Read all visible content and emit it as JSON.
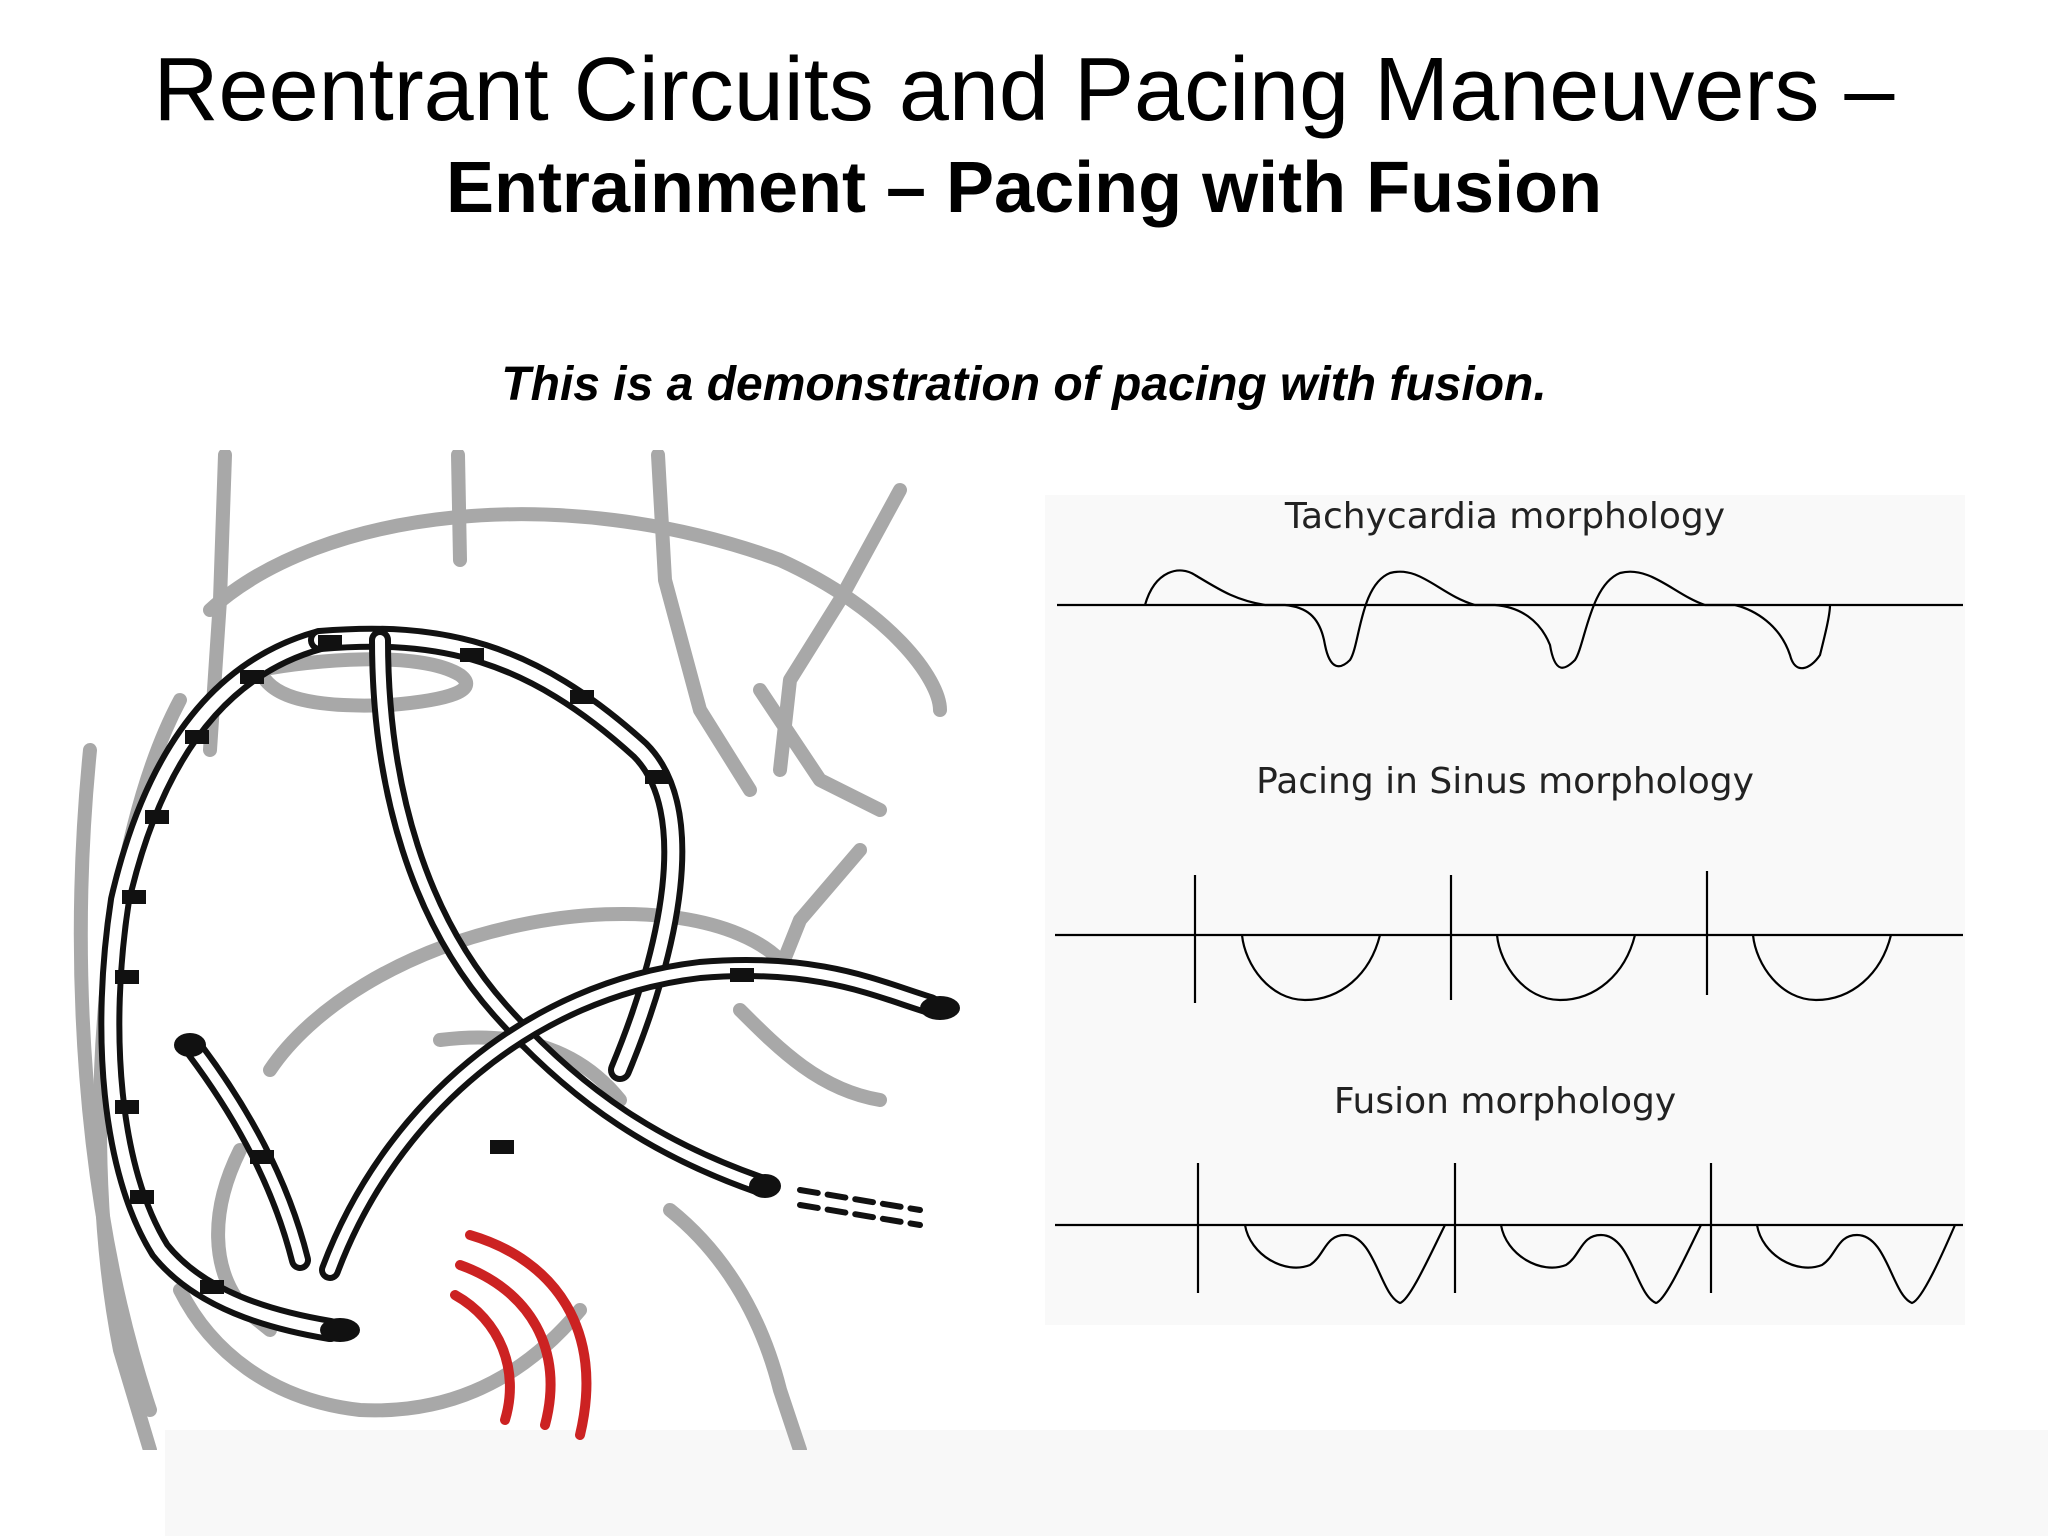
{
  "slide": {
    "title": "Reentrant Circuits and Pacing Maneuvers –",
    "subtitle": "Entrainment – Pacing with Fusion",
    "caption": "This is a demonstration of pacing with fusion."
  },
  "waveforms": {
    "tachycardia_label": "Tachycardia morphology",
    "sinus_label": "Pacing in Sinus morphology",
    "fusion_label": "Fusion morphology"
  },
  "colors": {
    "anatomy_gray": "#aaaaaa",
    "catheter_dark": "#111111",
    "pacing_red": "#cc2222"
  }
}
